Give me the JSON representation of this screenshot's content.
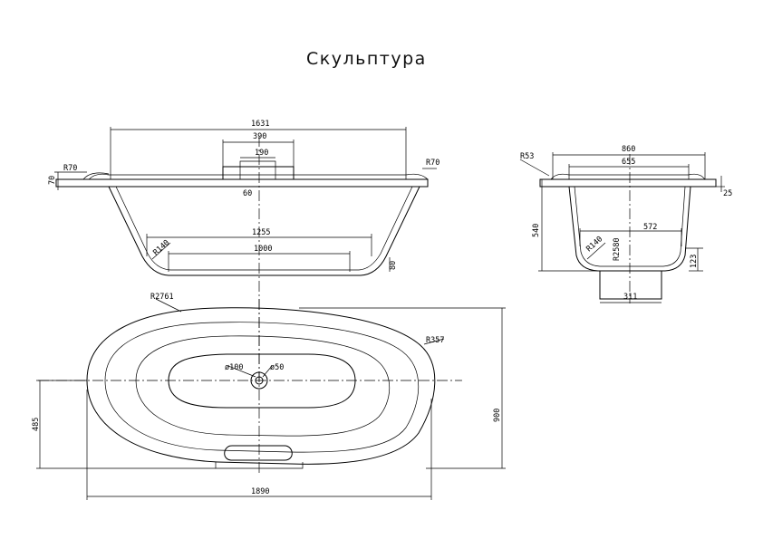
{
  "title": "Скульптура",
  "front_view": {
    "dims": [
      "1631",
      "390",
      "190",
      "60",
      "1255",
      "1000",
      "R70",
      "R70",
      "70",
      "R140",
      "80"
    ]
  },
  "side_view": {
    "dims": [
      "860",
      "655",
      "R53",
      "25",
      "540",
      "572",
      "R140",
      "R2580",
      "123",
      "311"
    ]
  },
  "top_view": {
    "dims": [
      "R2761",
      "R357",
      "ø100",
      "ø50",
      "485",
      "900",
      "1890"
    ]
  }
}
